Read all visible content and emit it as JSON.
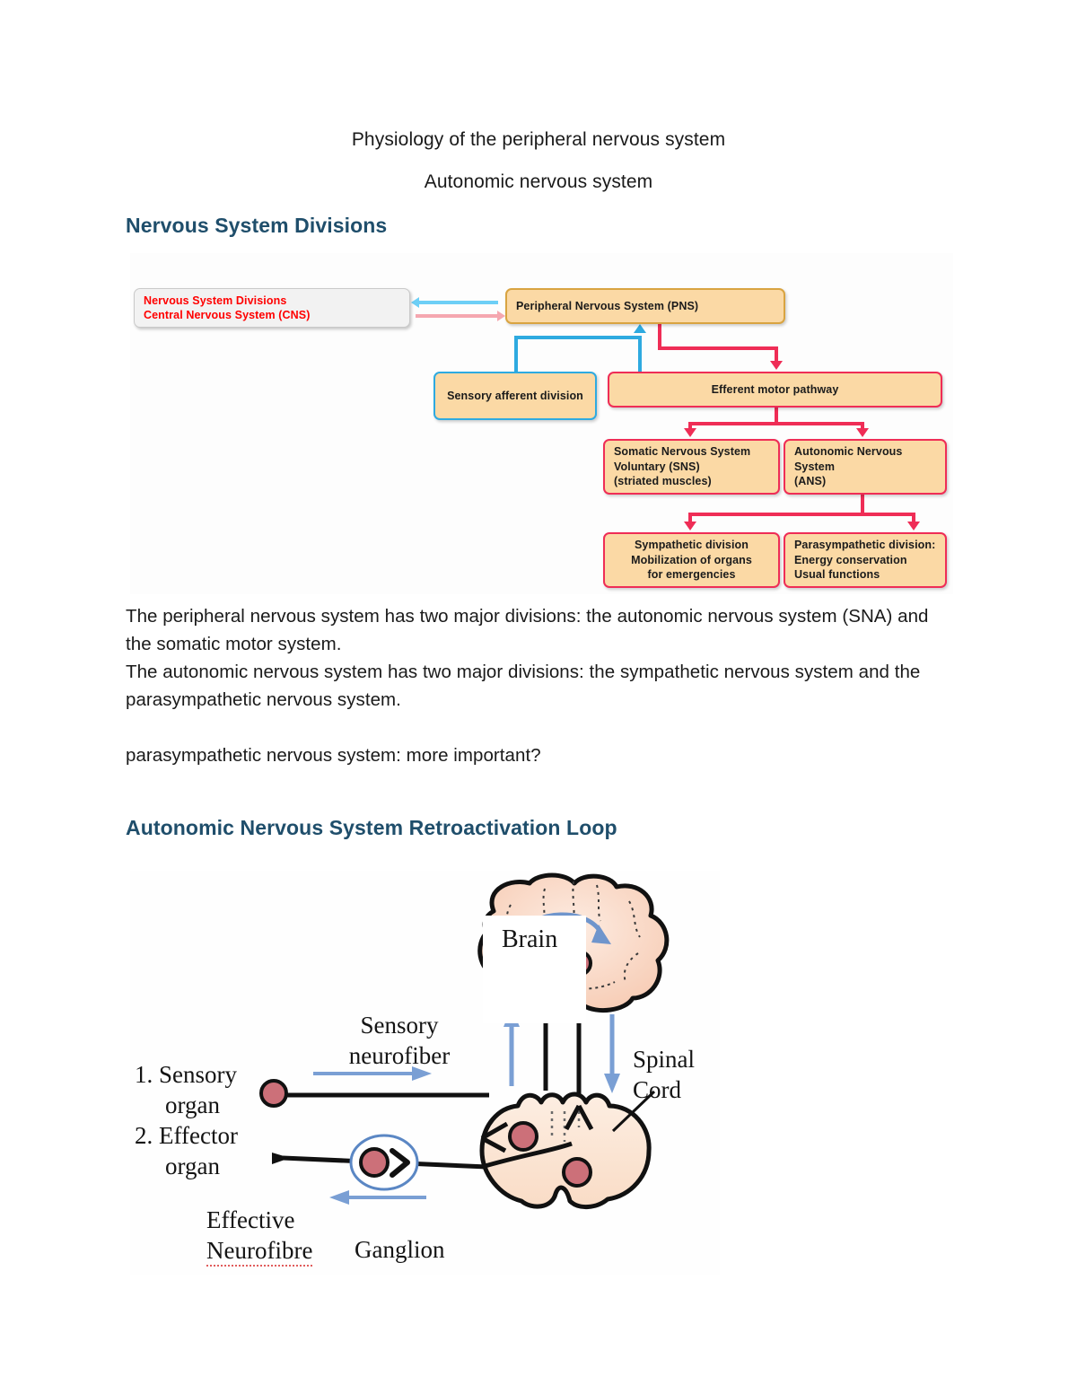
{
  "document": {
    "title": "Physiology of the peripheral nervous system",
    "subtitle": "Autonomic nervous system"
  },
  "headings": {
    "divisions": "Nervous System Divisions",
    "retroactivation_loop": "Autonomic Nervous System Retroactivation Loop"
  },
  "paragraphs": {
    "p1": "The peripheral nervous system has two major divisions: the autonomic nervous system (SNA) and the somatic motor system.\nThe autonomic nervous system has two major divisions: the sympathetic nervous system and the parasympathetic nervous system.",
    "p2": "parasympathetic nervous system: more important?"
  },
  "flowchart": {
    "boxes": {
      "cns_line1": "Nervous System Divisions",
      "cns_line2": "Central Nervous System (CNS)",
      "pns": "Peripheral Nervous System (PNS)",
      "sensory_afferent": "Sensory afferent division",
      "efferent_motor": "Efferent motor pathway",
      "somatic_line1": "Somatic Nervous System",
      "somatic_line2": "Voluntary (SNS)",
      "somatic_line3": "(striated muscles)",
      "ans_line1": "Autonomic Nervous System",
      "ans_line2": "(ANS)",
      "symp_line1": "Sympathetic division",
      "symp_line2": "Mobilization of organs",
      "symp_line3": "for emergencies",
      "parasymp_line1": "Parasympathetic division:",
      "parasymp_line2": "Energy conservation",
      "parasymp_line3": "Usual functions"
    },
    "colors": {
      "box_fill_tan": "#fbd9a5",
      "border_brown": "#d9a441",
      "border_blue": "#2eaae0",
      "border_pink": "#ef2d56",
      "cns_fill": "#f2f2f2",
      "cns_text": "#ff0000"
    }
  },
  "anatomy": {
    "brain": "Brain",
    "sensory_neurofiber_line1": "Sensory",
    "sensory_neurofiber_line2": "neurofiber",
    "spinal_cord_line1": "Spinal",
    "spinal_cord_line2": "Cord",
    "organ_item_1_line1": "1.  Sensory",
    "organ_item_1_line2": "organ",
    "organ_item_2_line1": "2. Effector",
    "organ_item_2_line2": "organ",
    "effective_line1": "Effective",
    "effective_line2": "Neurofibre",
    "ganglion": "Ganglion",
    "colors": {
      "tissue_fill": "#fbe0cf",
      "soma_fill": "#cc7079",
      "arrow_blue": "#7a9fd4",
      "spell_underline": "#e05c5c"
    }
  },
  "theme": {
    "heading_color": "#1f4e6b",
    "body_color": "#1a1a1a",
    "page_background": "#ffffff"
  }
}
